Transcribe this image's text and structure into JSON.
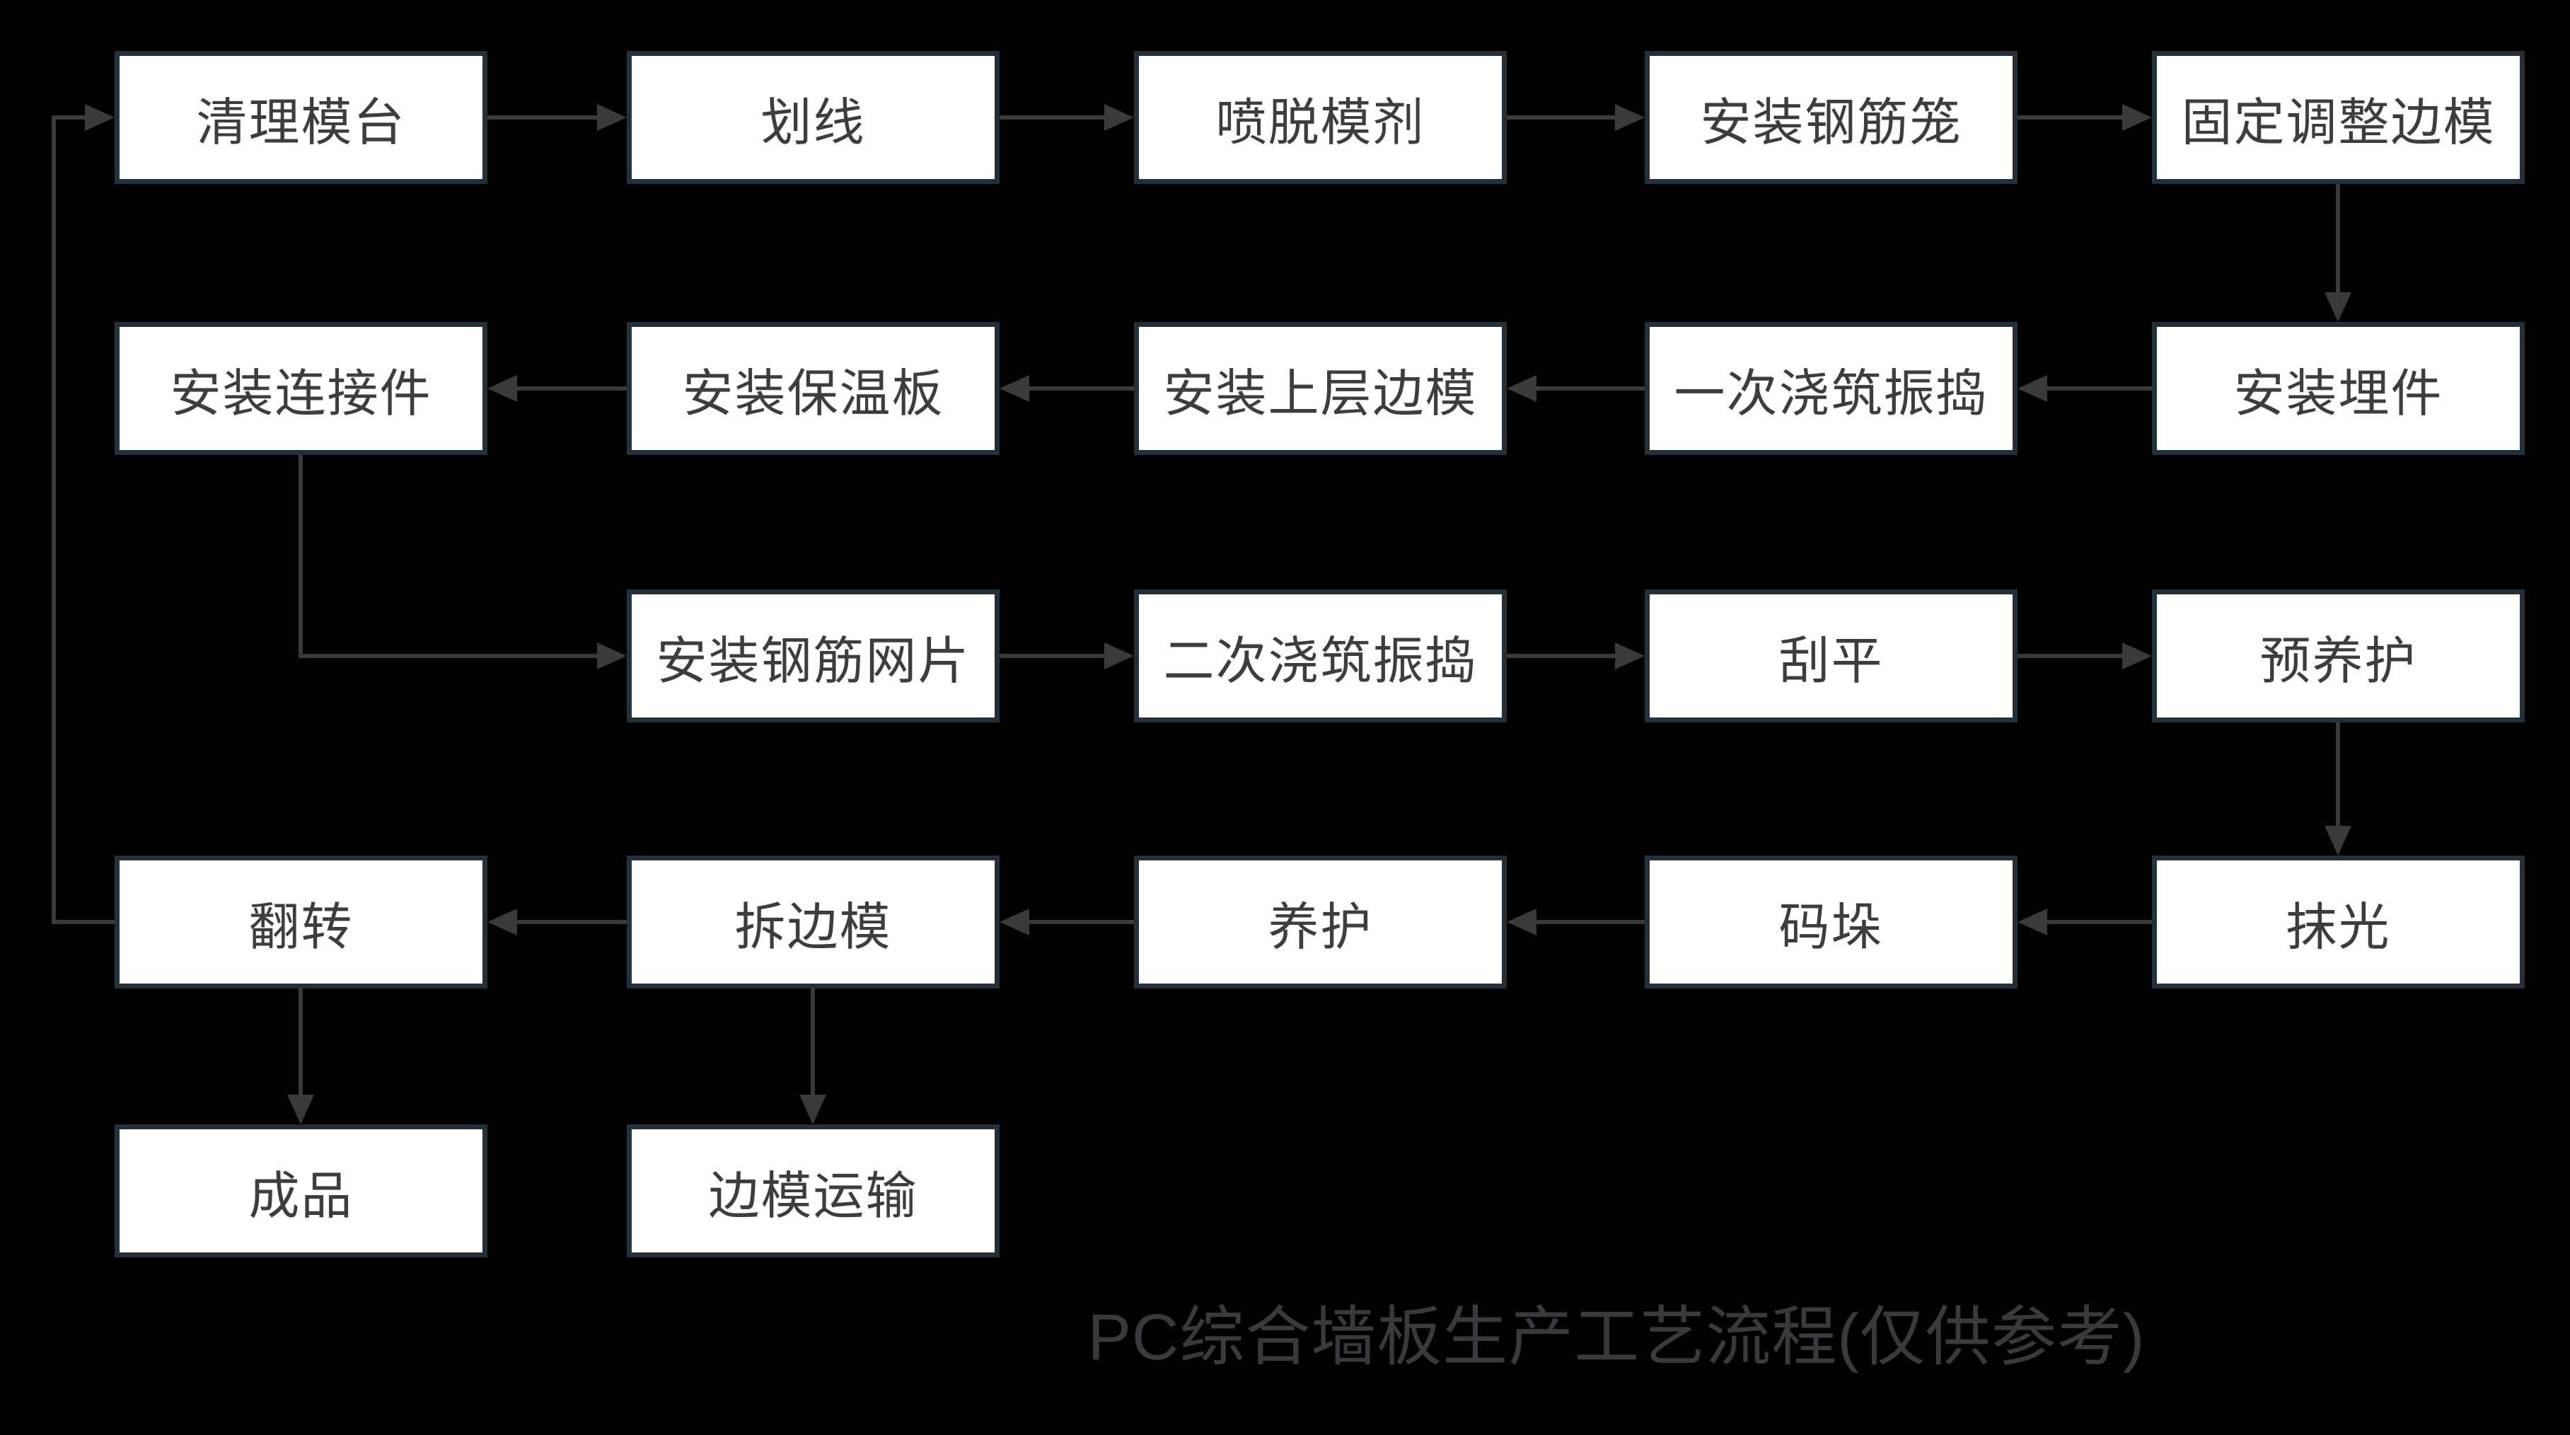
{
  "diagram": {
    "title": "PC综合墙板生产工艺流程(仅供参考)",
    "colors": {
      "background": "#000000",
      "box_fill": "#ffffff",
      "box_border": "#243039",
      "box_text": "#3d3d40",
      "arrow": "#3a3a3a",
      "title_text": "#3a3a3e"
    },
    "nodes": [
      {
        "id": "clean-mold-table",
        "label": "清理模台"
      },
      {
        "id": "marking",
        "label": "划线"
      },
      {
        "id": "spray-release-agent",
        "label": "喷脱模剂"
      },
      {
        "id": "install-rebar-cage",
        "label": "安装钢筋笼"
      },
      {
        "id": "fix-adjust-side-mold",
        "label": "固定调整边模"
      },
      {
        "id": "install-connectors",
        "label": "安装连接件"
      },
      {
        "id": "install-insulation-board",
        "label": "安装保温板"
      },
      {
        "id": "install-upper-side-mold",
        "label": "安装上层边模"
      },
      {
        "id": "first-pour-vibrate",
        "label": "一次浇筑振捣"
      },
      {
        "id": "install-embedded-parts",
        "label": "安装埋件"
      },
      {
        "id": "install-rebar-mesh",
        "label": "安装钢筋网片"
      },
      {
        "id": "second-pour-vibrate",
        "label": "二次浇筑振捣"
      },
      {
        "id": "screed-level",
        "label": "刮平"
      },
      {
        "id": "pre-curing",
        "label": "预养护"
      },
      {
        "id": "flip",
        "label": "翻转"
      },
      {
        "id": "remove-side-mold",
        "label": "拆边模"
      },
      {
        "id": "curing",
        "label": "养护"
      },
      {
        "id": "stacking",
        "label": "码垛"
      },
      {
        "id": "trowel-polish",
        "label": "抹光"
      },
      {
        "id": "finished-product",
        "label": "成品"
      },
      {
        "id": "side-mold-transport",
        "label": "边模运输"
      }
    ],
    "edges": [
      {
        "from": "清理模台",
        "to": "划线"
      },
      {
        "from": "划线",
        "to": "喷脱模剂"
      },
      {
        "from": "喷脱模剂",
        "to": "安装钢筋笼"
      },
      {
        "from": "安装钢筋笼",
        "to": "固定调整边模"
      },
      {
        "from": "固定调整边模",
        "to": "安装埋件"
      },
      {
        "from": "安装埋件",
        "to": "一次浇筑振捣"
      },
      {
        "from": "一次浇筑振捣",
        "to": "安装上层边模"
      },
      {
        "from": "安装上层边模",
        "to": "安装保温板"
      },
      {
        "from": "安装保温板",
        "to": "安装连接件"
      },
      {
        "from": "安装连接件",
        "to": "安装钢筋网片"
      },
      {
        "from": "安装钢筋网片",
        "to": "二次浇筑振捣"
      },
      {
        "from": "二次浇筑振捣",
        "to": "刮平"
      },
      {
        "from": "刮平",
        "to": "预养护"
      },
      {
        "from": "预养护",
        "to": "抹光"
      },
      {
        "from": "抹光",
        "to": "码垛"
      },
      {
        "from": "码垛",
        "to": "养护"
      },
      {
        "from": "养护",
        "to": "拆边模"
      },
      {
        "from": "拆边模",
        "to": "翻转"
      },
      {
        "from": "翻转",
        "to": "清理模台"
      },
      {
        "from": "翻转",
        "to": "成品"
      },
      {
        "from": "拆边模",
        "to": "边模运输"
      }
    ]
  }
}
